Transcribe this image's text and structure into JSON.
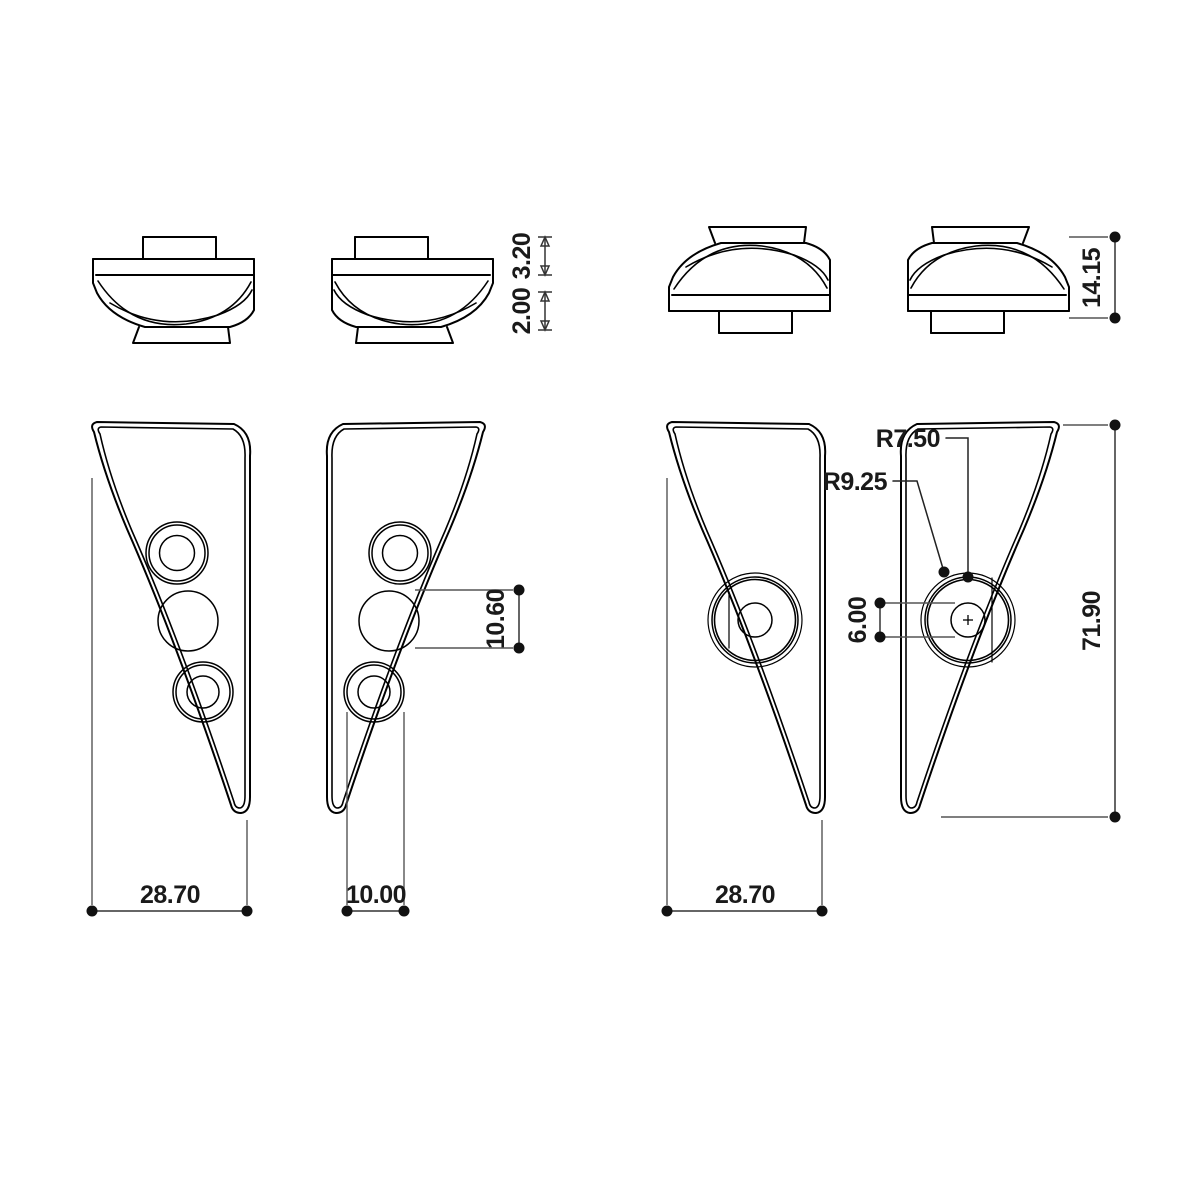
{
  "drawing": {
    "title": "Mechanical part multi-view orthographic drawing",
    "background_color": "#ffffff",
    "line_color": "#000000",
    "dim_color": "#1a1a1a",
    "units": "mm"
  },
  "views": {
    "side_view_1": {
      "name": "side-elevation-left-a",
      "label": ""
    },
    "side_view_2": {
      "name": "side-elevation-left-b",
      "label": ""
    },
    "side_view_3": {
      "name": "side-elevation-right-a",
      "label": ""
    },
    "side_view_4": {
      "name": "side-elevation-right-b",
      "label": ""
    },
    "plan_view_1": {
      "name": "plan-view-left-a",
      "label": ""
    },
    "plan_view_2": {
      "name": "plan-view-left-b",
      "label": ""
    },
    "plan_view_3": {
      "name": "plan-view-right-a",
      "label": ""
    },
    "plan_view_4": {
      "name": "plan-view-right-b",
      "label": ""
    }
  },
  "dimensions": {
    "height_320": "3.20",
    "height_200": "2.00",
    "height_1415": "14.15",
    "width_2870_left": "28.70",
    "width_1000": "10.00",
    "width_2870_right": "28.70",
    "spacing_1060": "10.60",
    "bore_600": "6.00",
    "length_7190": "71.90"
  },
  "radii": {
    "r750": "R7.50",
    "r925": "R9.25"
  }
}
